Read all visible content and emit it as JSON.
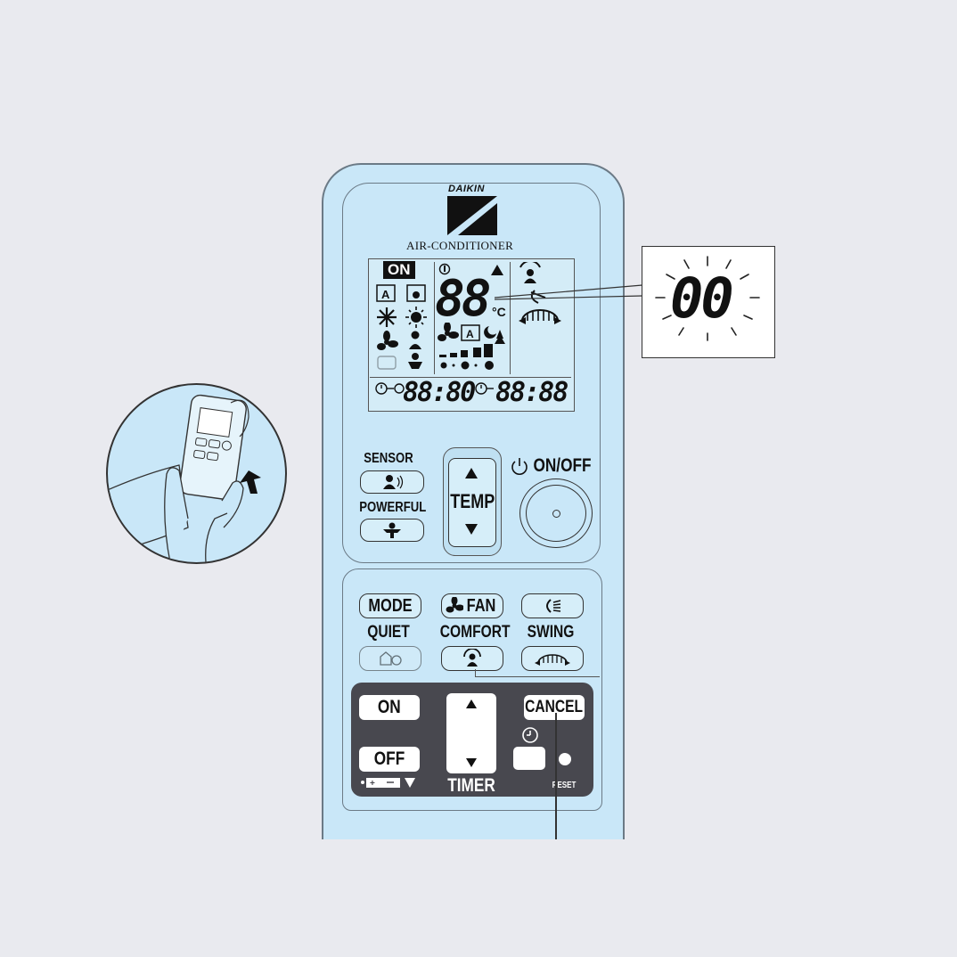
{
  "brand": {
    "logo_text": "DAIKIN",
    "subtitle": "AIR-CONDITIONER"
  },
  "lcd": {
    "on_badge": "ON",
    "temperature_digits": "88",
    "temperature_unit": "°C",
    "timer_on_digits": "88:80",
    "timer_off_digits": "88:88"
  },
  "upper_controls": {
    "sensor_label": "SENSOR",
    "powerful_label": "POWERFUL",
    "temp_label": "TEMP",
    "onoff_label": "ON/OFF"
  },
  "lower_controls": {
    "mode_label": "MODE",
    "fan_label": "FAN",
    "quiet_label": "QUIET",
    "comfort_label": "COMFORT",
    "swing_label": "SWING"
  },
  "timer": {
    "on_label": "ON",
    "off_label": "OFF",
    "cancel_label": "CANCEL",
    "timer_label": "TIMER",
    "reset_label": "RESET"
  },
  "callout": {
    "digits": "00"
  }
}
